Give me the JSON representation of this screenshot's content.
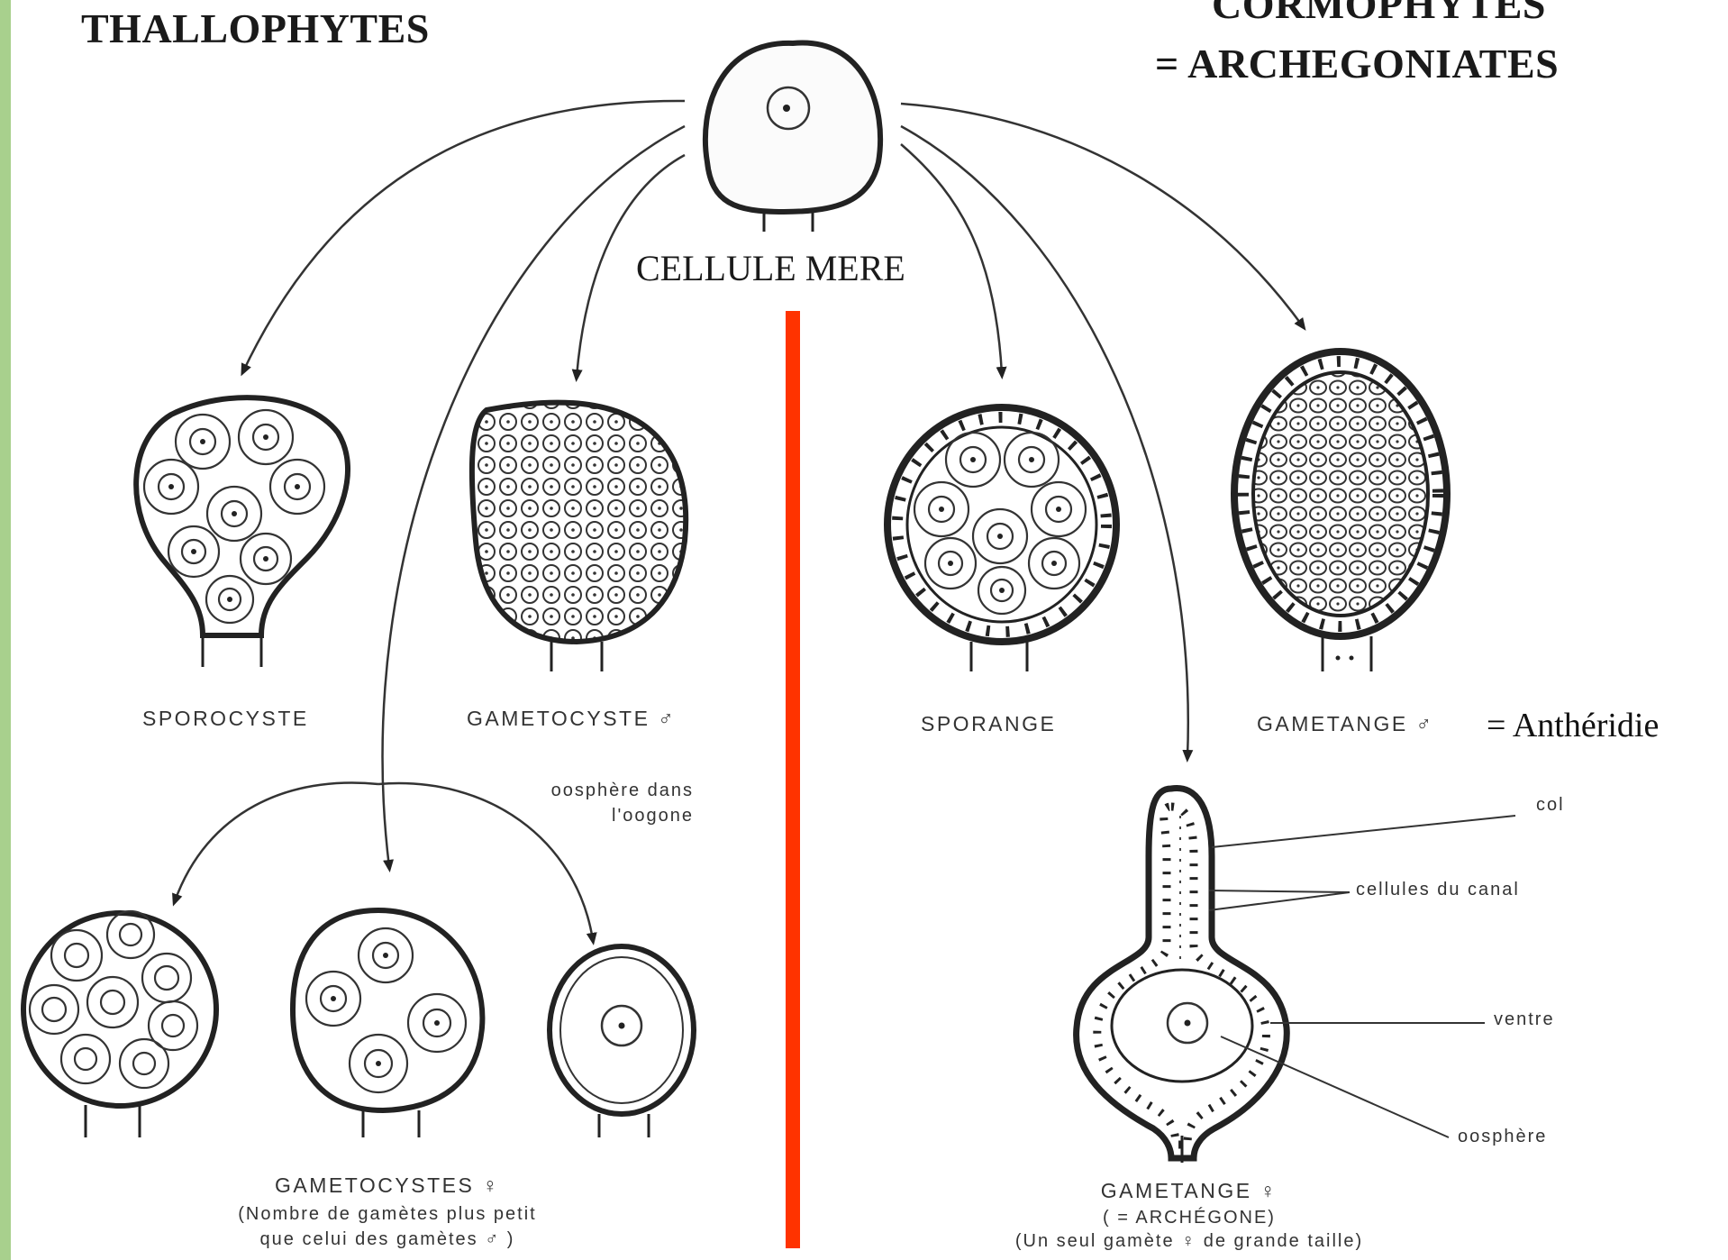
{
  "headers": {
    "left_title": "THALLOPHYTES",
    "right_title_line1": "CORMOPHYTES",
    "right_title_line2": "= ARCHEGONIATES"
  },
  "root_label": "CELLULE MERE",
  "labels": {
    "sporocyste": "SPOROCYSTE",
    "gametocyste_male": "GAMETOCYSTE ♂",
    "sporange": "SPORANGE",
    "gametange_male": "GAMETANGE ♂",
    "antheridie": "= Anthéridie",
    "oosphere_line1": "oosphère dans",
    "oosphere_line2": "l'oogone",
    "gametocystes_female": "GAMETOCYSTES ♀",
    "gametocystes_female_note1": "(Nombre de gamètes plus petit",
    "gametocystes_female_note2": "que celui des gamètes ♂ )",
    "gametange_female": "GAMETANGE ♀",
    "archegone": "( = ARCHÉGONE)",
    "archegone_note": "(Un seul gamète ♀ de grande taille)",
    "col": "col",
    "cellules_canal": "cellules du canal",
    "ventre": "ventre",
    "oosphere": "oosphère"
  },
  "colors": {
    "divider": "#ff3300",
    "band": "#a8d08d",
    "ink": "#1a1a1a"
  }
}
